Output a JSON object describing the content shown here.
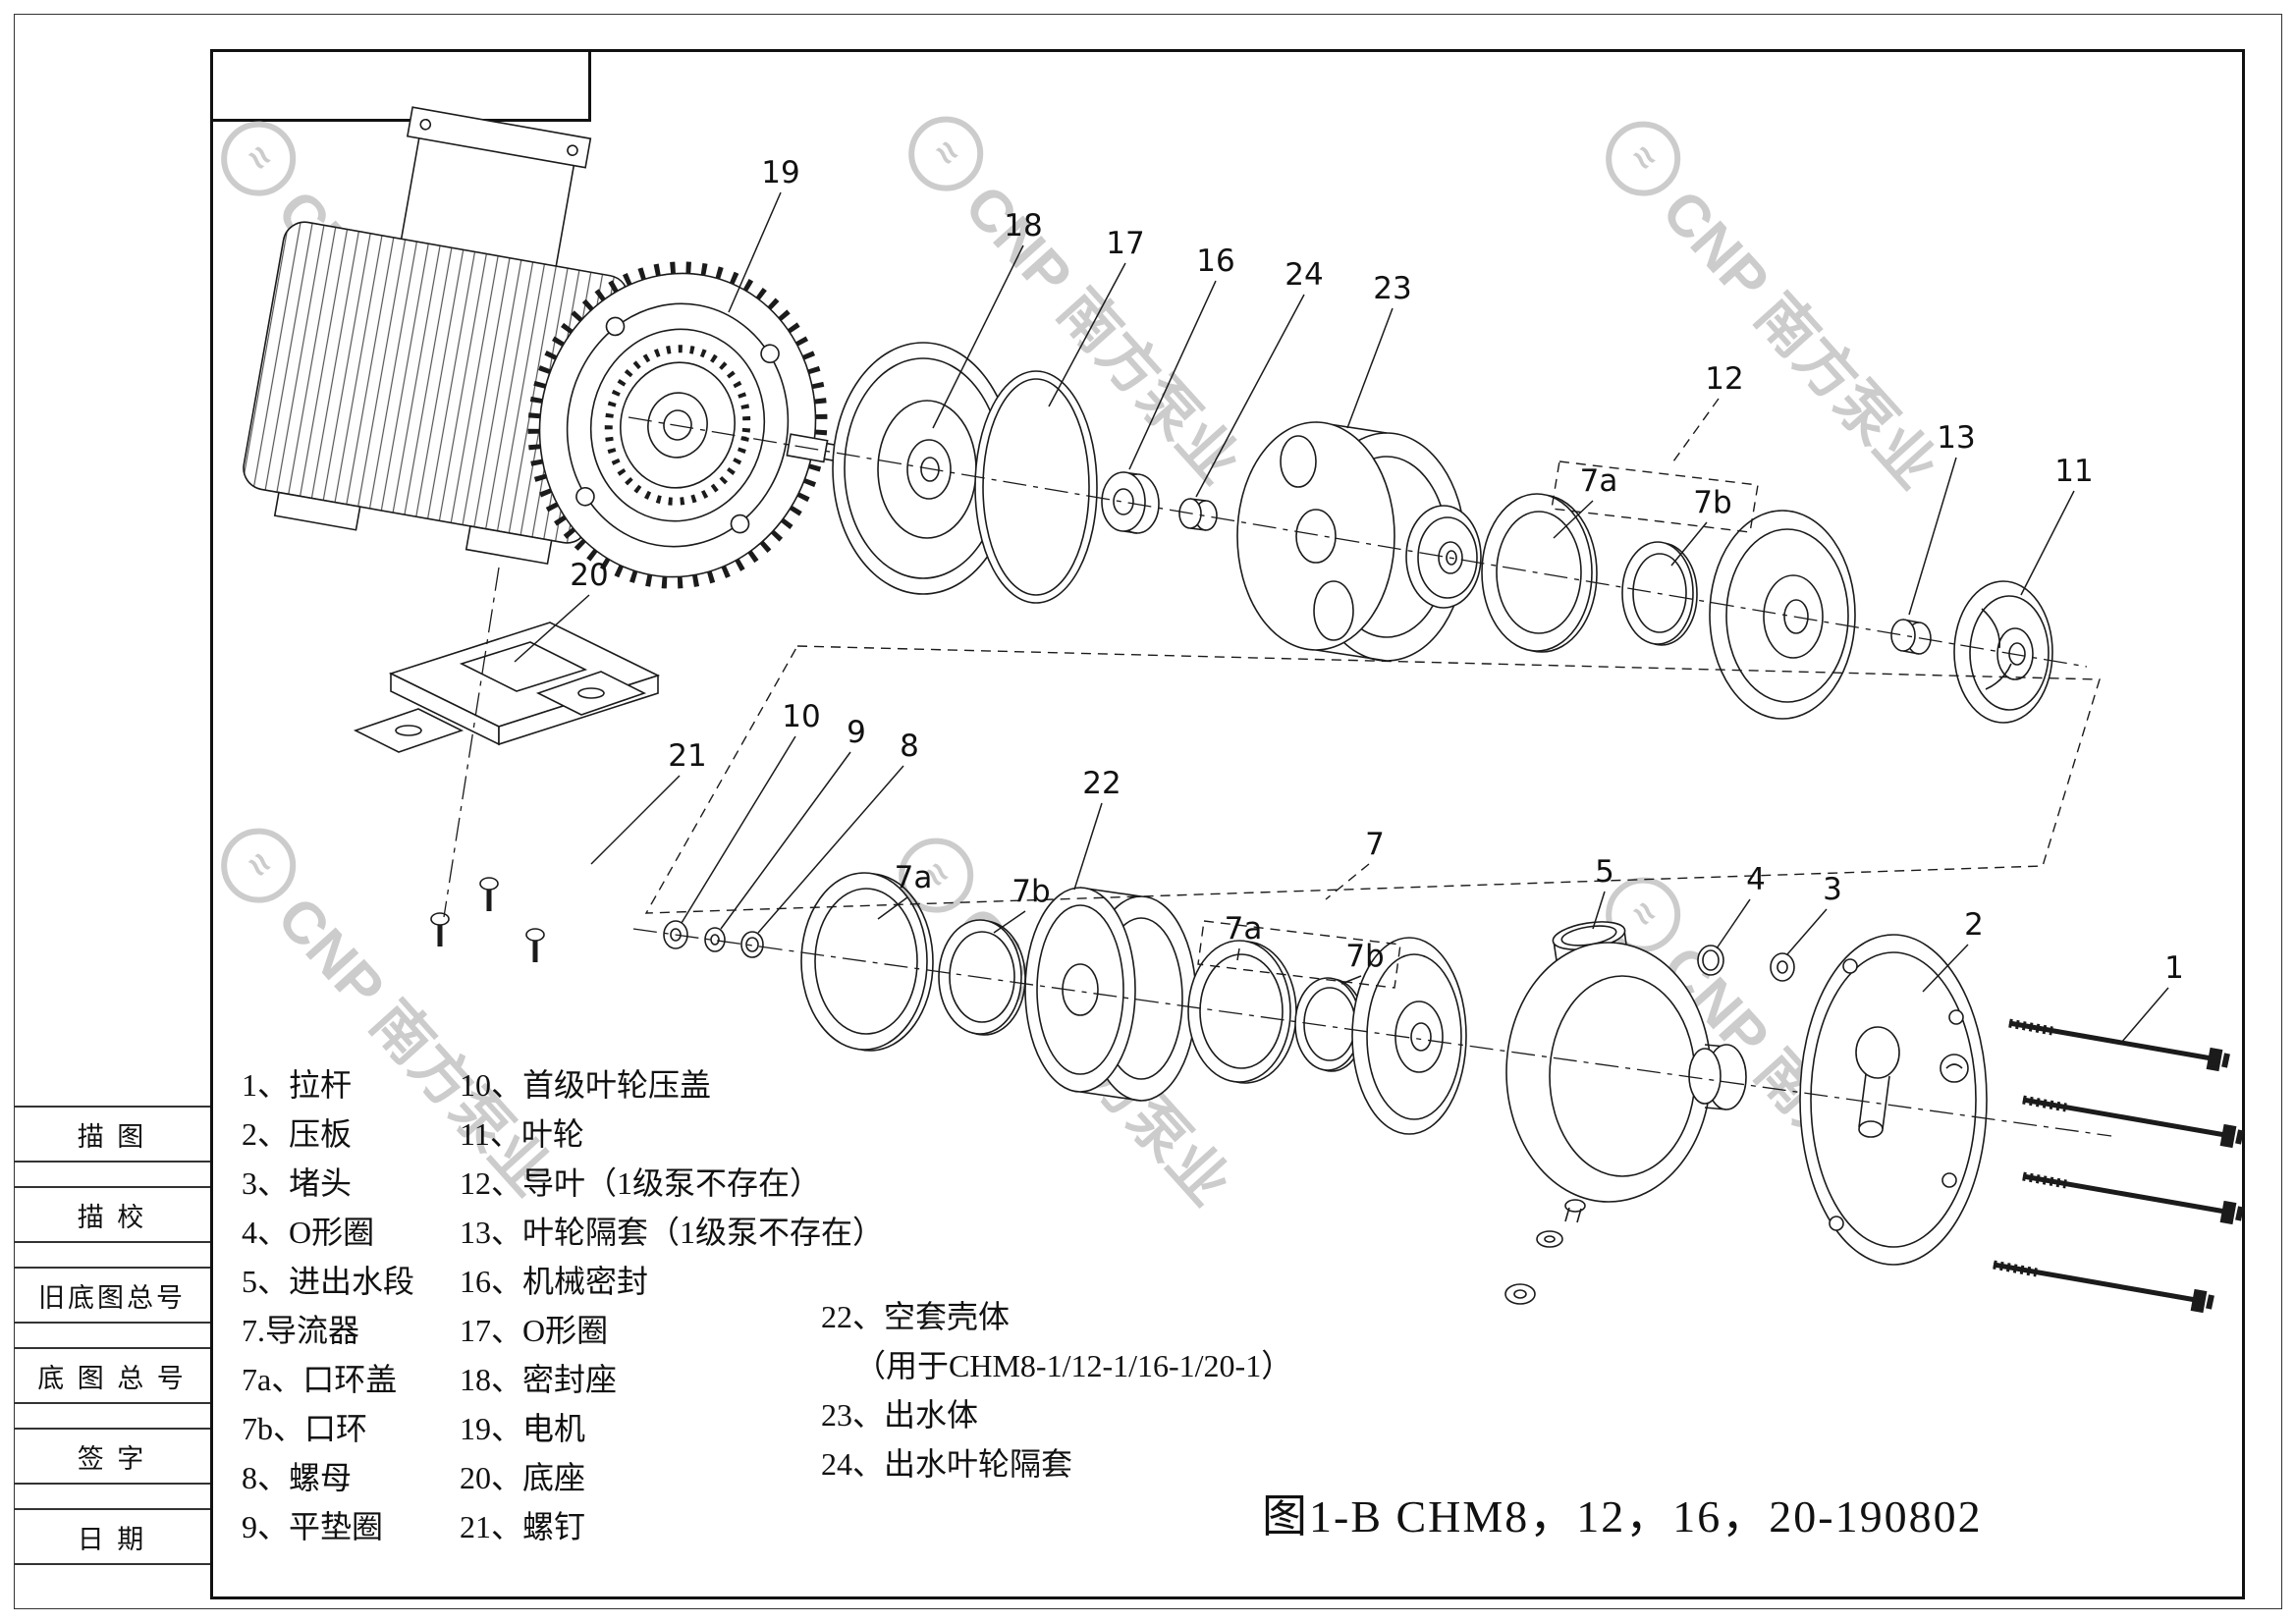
{
  "drawing": {
    "caption": "图1-B  CHM8，12，16，20-190802",
    "watermark_text": "CNP 南方泵业",
    "watermark_logo_glyph": "≈"
  },
  "title_block": {
    "labels": [
      "描  图",
      "描  校",
      "旧底图总号",
      "底 图 总 号",
      "签  字",
      "日  期"
    ]
  },
  "callouts": {
    "c1": "1",
    "c2": "2",
    "c3": "3",
    "c4": "4",
    "c5": "5",
    "c7": "7",
    "c7a_top": "7a",
    "c7b_top": "7b",
    "c7a_mid": "7a",
    "c7b_mid": "7b",
    "c7a_low": "7a",
    "c7b_low": "7b",
    "c8": "8",
    "c9": "9",
    "c10": "10",
    "c11": "11",
    "c12": "12",
    "c13": "13",
    "c16": "16",
    "c17": "17",
    "c18": "18",
    "c19": "19",
    "c20": "20",
    "c21": "21",
    "c22": "22",
    "c23": "23",
    "c24": "24"
  },
  "parts_list": {
    "col1": [
      "1、拉杆",
      "2、压板",
      "3、堵头",
      "4、O形圈",
      "5、进出水段",
      "7.导流器",
      "7a、口环盖",
      "7b、口环",
      "8、螺母",
      "9、平垫圈"
    ],
    "col2": [
      "10、首级叶轮压盖",
      "11、叶轮",
      "12、导叶（1级泵不存在）",
      "13、叶轮隔套（1级泵不存在）",
      "16、机械密封",
      "17、O形圈",
      "18、密封座",
      "19、电机",
      "20、底座",
      "21、螺钉"
    ],
    "col3": [
      "22、空套壳体",
      "（用于CHM8-1/12-1/16-1/20-1）",
      "23、出水体",
      "24、出水叶轮隔套"
    ]
  }
}
